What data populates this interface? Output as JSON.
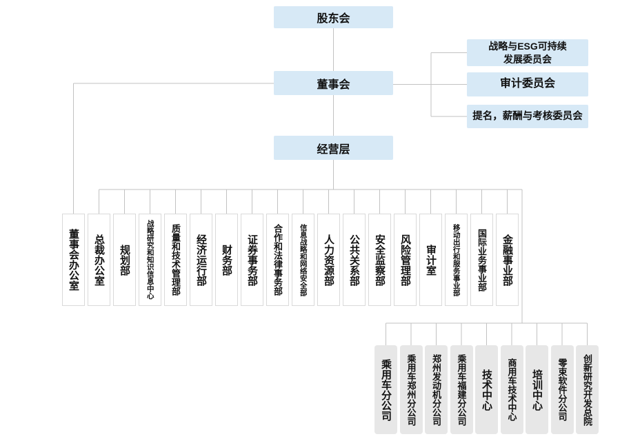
{
  "colors": {
    "node_bg": "#d7e9f6",
    "dept_bg": "#ffffff",
    "dept_border": "#d9d9d9",
    "subsidiary_bg": "#e7e7e7",
    "line": "#c2c2c2",
    "text": "#111111"
  },
  "nodes": {
    "shareholders": "股东会",
    "board": "董事会",
    "management": "经营层"
  },
  "committees": [
    {
      "lines": [
        "战略与ESG可持续",
        "发展委员会"
      ]
    },
    {
      "lines": [
        "审计委员会"
      ]
    },
    {
      "lines": [
        "提名，薪酬与考核委员会"
      ]
    }
  ],
  "departments": [
    "董事会办公室",
    "总裁办公室",
    "规划部",
    "战略研究和知识信息中心",
    "质量和技术管理部",
    "经济运行部",
    "财务部",
    "证券事务部",
    "合作和法律事务部",
    "信息战略和网络安全部",
    "人力资源部",
    "公共关系部",
    "安全监察部",
    "风险管理部",
    "审计室",
    "移动出行和服务事业部",
    "国际业务事业部",
    "金融事业部"
  ],
  "subsidiaries": [
    "乘用车分公司",
    "乘用车郑州分公司",
    "郑州发动机分公司",
    "乘用车福建分公司",
    "技术中心",
    "商用车技术中心",
    "培训中心",
    "零束软件分公司",
    "创新研究开发总院"
  ]
}
